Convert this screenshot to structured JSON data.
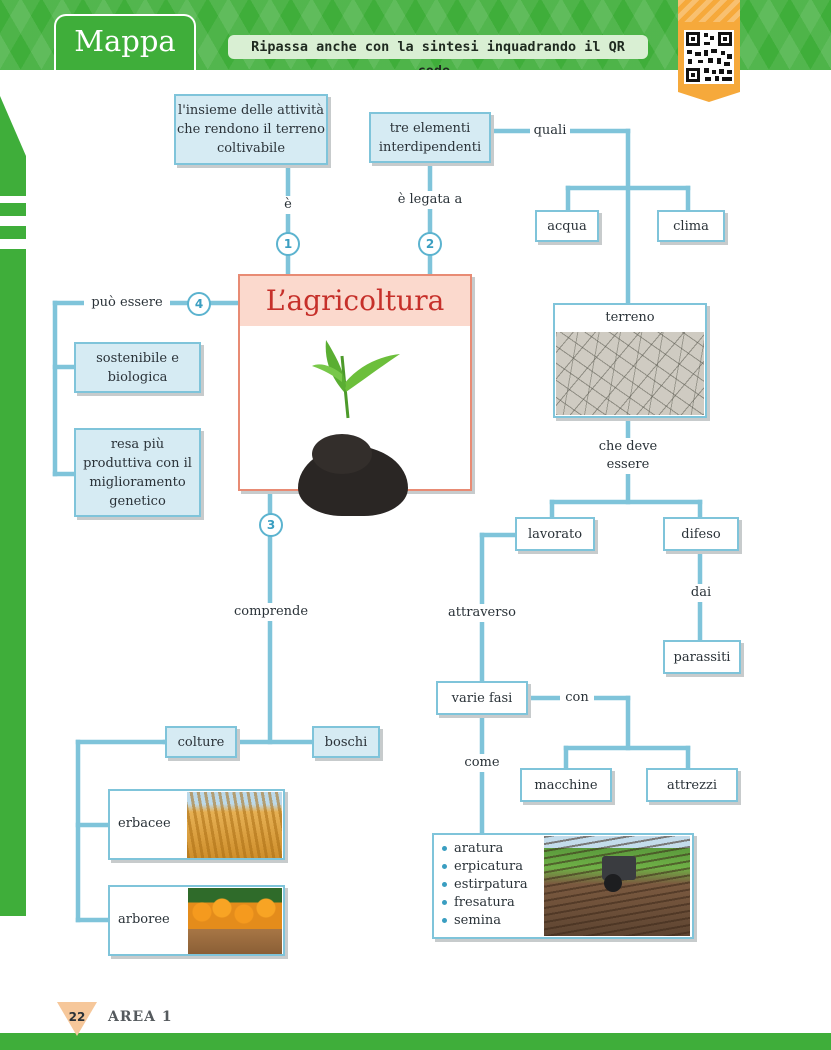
{
  "header": {
    "tab_label": "Mappa",
    "subtitle": "Ripassa anche con la sintesi inquadrando il QR code."
  },
  "main": {
    "title": "L’agricoltura"
  },
  "nodes": {
    "insieme": "l'insieme delle attività che rendono il terreno coltivabile",
    "tre_elementi": "tre elementi interdipendenti",
    "acqua": "acqua",
    "clima": "clima",
    "terreno": "terreno",
    "sostenibile": "sostenibile e biologica",
    "resa": "resa più produttiva con il miglioramento genetico",
    "lavorato": "lavorato",
    "difeso": "difeso",
    "parassiti": "parassiti",
    "varie_fasi": "varie fasi",
    "macchine": "macchine",
    "attrezzi": "attrezzi",
    "colture": "colture",
    "boschi": "boschi",
    "erbacee": "erbacee",
    "arboree": "arboree"
  },
  "links": {
    "e": "è",
    "legata": "è legata a",
    "quali": "quali",
    "puo_essere": "può essere",
    "che_deve": "che deve essere",
    "dai": "dai",
    "attraverso": "attraverso",
    "con": "con",
    "come": "come",
    "comprende": "comprende"
  },
  "numbers": [
    "1",
    "2",
    "3",
    "4"
  ],
  "phases": [
    "aratura",
    "erpicatura",
    "estirpatura",
    "fresatura",
    "semina"
  ],
  "footer": {
    "page_number": "22",
    "area": "AREA 1"
  },
  "colors": {
    "brand_green": "#3fae3a",
    "connector_blue": "#7fc4da",
    "title_red": "#c6302a",
    "qr_orange": "#f6a93b"
  }
}
